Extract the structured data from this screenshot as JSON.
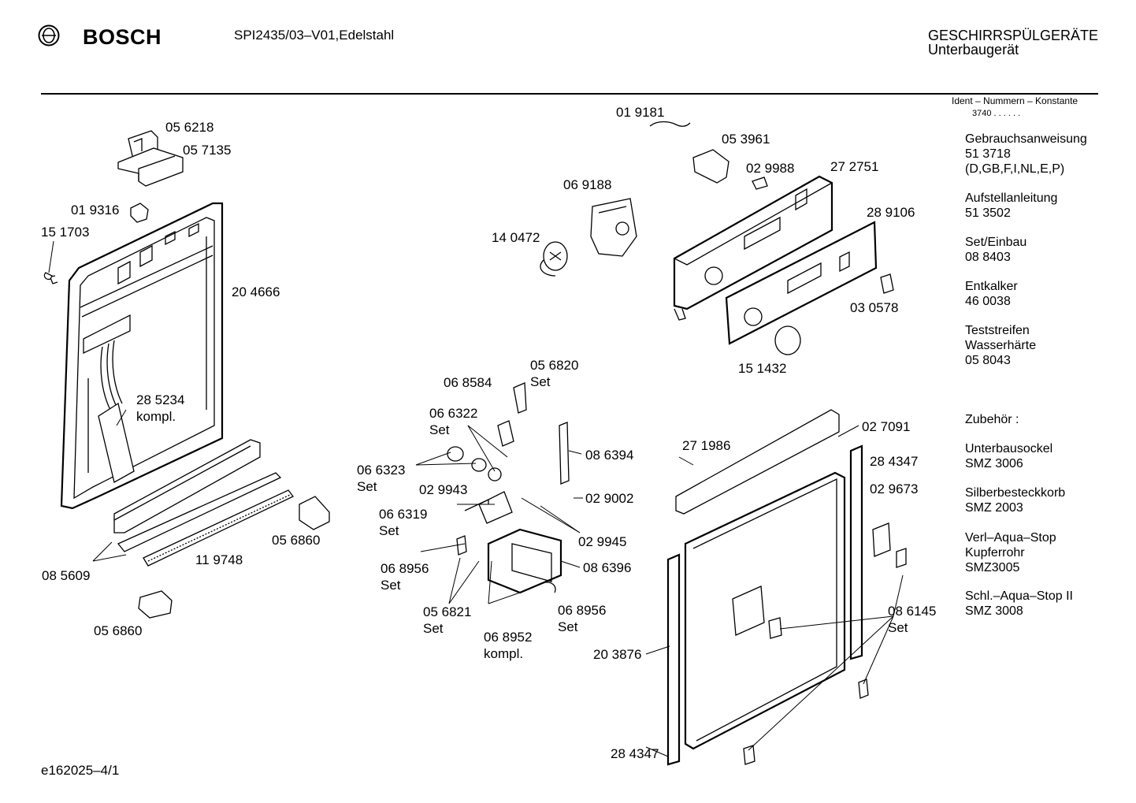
{
  "header": {
    "brand": "BOSCH",
    "model": "SPI2435/03–V01,Edelstahl",
    "category_line1": "GESCHIRRSPÜLGERÄTE",
    "category_line2": "Unterbaugerät",
    "ident_label": "Ident – Nummern – Konstante",
    "ident_value": "3740  .  .   .  .  .  ."
  },
  "sidebar": [
    {
      "title": "Gebrauchsanweisung",
      "lines": [
        "51 3718",
        "(D,GB,F,I,NL,E,P)"
      ]
    },
    {
      "title": "Aufstellanleitung",
      "lines": [
        "51 3502"
      ]
    },
    {
      "title": "Set/Einbau",
      "lines": [
        "08 8403"
      ]
    },
    {
      "title": "Entkalker",
      "lines": [
        "46 0038"
      ]
    },
    {
      "title": "Teststreifen",
      "lines": [
        "Wasserhärte",
        "05 8043"
      ]
    },
    {
      "title": "Zubehör :",
      "lines": []
    },
    {
      "title": "Unterbausockel",
      "lines": [
        "SMZ 3006"
      ]
    },
    {
      "title": "Silberbesteckkorb",
      "lines": [
        "SMZ 2003"
      ]
    },
    {
      "title": "Verl–Aqua–Stop",
      "lines": [
        "Kupferrohr",
        "SMZ3005"
      ]
    },
    {
      "title": "Schl.–Aqua–Stop II",
      "lines": [
        "SMZ 3008"
      ]
    }
  ],
  "parts": [
    {
      "id": "p1",
      "lines": [
        "05 6218"
      ]
    },
    {
      "id": "p2",
      "lines": [
        "05 7135"
      ]
    },
    {
      "id": "p3",
      "lines": [
        "01 9316"
      ]
    },
    {
      "id": "p4",
      "lines": [
        "15 1703"
      ]
    },
    {
      "id": "p5",
      "lines": [
        "20 4666"
      ]
    },
    {
      "id": "p6",
      "lines": [
        "28 5234",
        "kompl."
      ]
    },
    {
      "id": "p7",
      "lines": [
        "05 6860"
      ]
    },
    {
      "id": "p8",
      "lines": [
        "11 9748"
      ]
    },
    {
      "id": "p9",
      "lines": [
        "08 5609"
      ]
    },
    {
      "id": "p10",
      "lines": [
        "05 6860"
      ]
    },
    {
      "id": "p11",
      "lines": [
        "01 9181"
      ]
    },
    {
      "id": "p12",
      "lines": [
        "05 3961"
      ]
    },
    {
      "id": "p13",
      "lines": [
        "02 9988"
      ]
    },
    {
      "id": "p14",
      "lines": [
        "27 2751"
      ]
    },
    {
      "id": "p15",
      "lines": [
        "06 9188"
      ]
    },
    {
      "id": "p16",
      "lines": [
        "14 0472"
      ]
    },
    {
      "id": "p17",
      "lines": [
        "28 9106"
      ]
    },
    {
      "id": "p18",
      "lines": [
        "03 0578"
      ]
    },
    {
      "id": "p19",
      "lines": [
        "15 1432"
      ]
    },
    {
      "id": "p20",
      "lines": [
        "05 6820",
        "Set"
      ]
    },
    {
      "id": "p21",
      "lines": [
        "06 8584"
      ]
    },
    {
      "id": "p22",
      "lines": [
        "06 6322",
        "Set"
      ]
    },
    {
      "id": "p23",
      "lines": [
        "06 6323",
        "Set"
      ]
    },
    {
      "id": "p24",
      "lines": [
        "08 6394"
      ]
    },
    {
      "id": "p25",
      "lines": [
        "02 9943"
      ]
    },
    {
      "id": "p26",
      "lines": [
        "02 9002"
      ]
    },
    {
      "id": "p27",
      "lines": [
        "06 6319",
        "Set"
      ]
    },
    {
      "id": "p28",
      "lines": [
        "02 9945"
      ]
    },
    {
      "id": "p29",
      "lines": [
        "06 8956",
        "Set"
      ]
    },
    {
      "id": "p30",
      "lines": [
        "08 6396"
      ]
    },
    {
      "id": "p31",
      "lines": [
        "05 6821",
        "Set"
      ]
    },
    {
      "id": "p32",
      "lines": [
        "06 8952",
        "kompl."
      ]
    },
    {
      "id": "p33",
      "lines": [
        "06 8956",
        "Set"
      ]
    },
    {
      "id": "p34",
      "lines": [
        "27 1986"
      ]
    },
    {
      "id": "p35",
      "lines": [
        "02 7091"
      ]
    },
    {
      "id": "p36",
      "lines": [
        "28 4347"
      ]
    },
    {
      "id": "p37",
      "lines": [
        "02 9673"
      ]
    },
    {
      "id": "p38",
      "lines": [
        "08 6145",
        "Set"
      ]
    },
    {
      "id": "p39",
      "lines": [
        "20 3876"
      ]
    },
    {
      "id": "p40",
      "lines": [
        "28 4347"
      ]
    }
  ],
  "footer": {
    "code": "e162025–4/1"
  }
}
